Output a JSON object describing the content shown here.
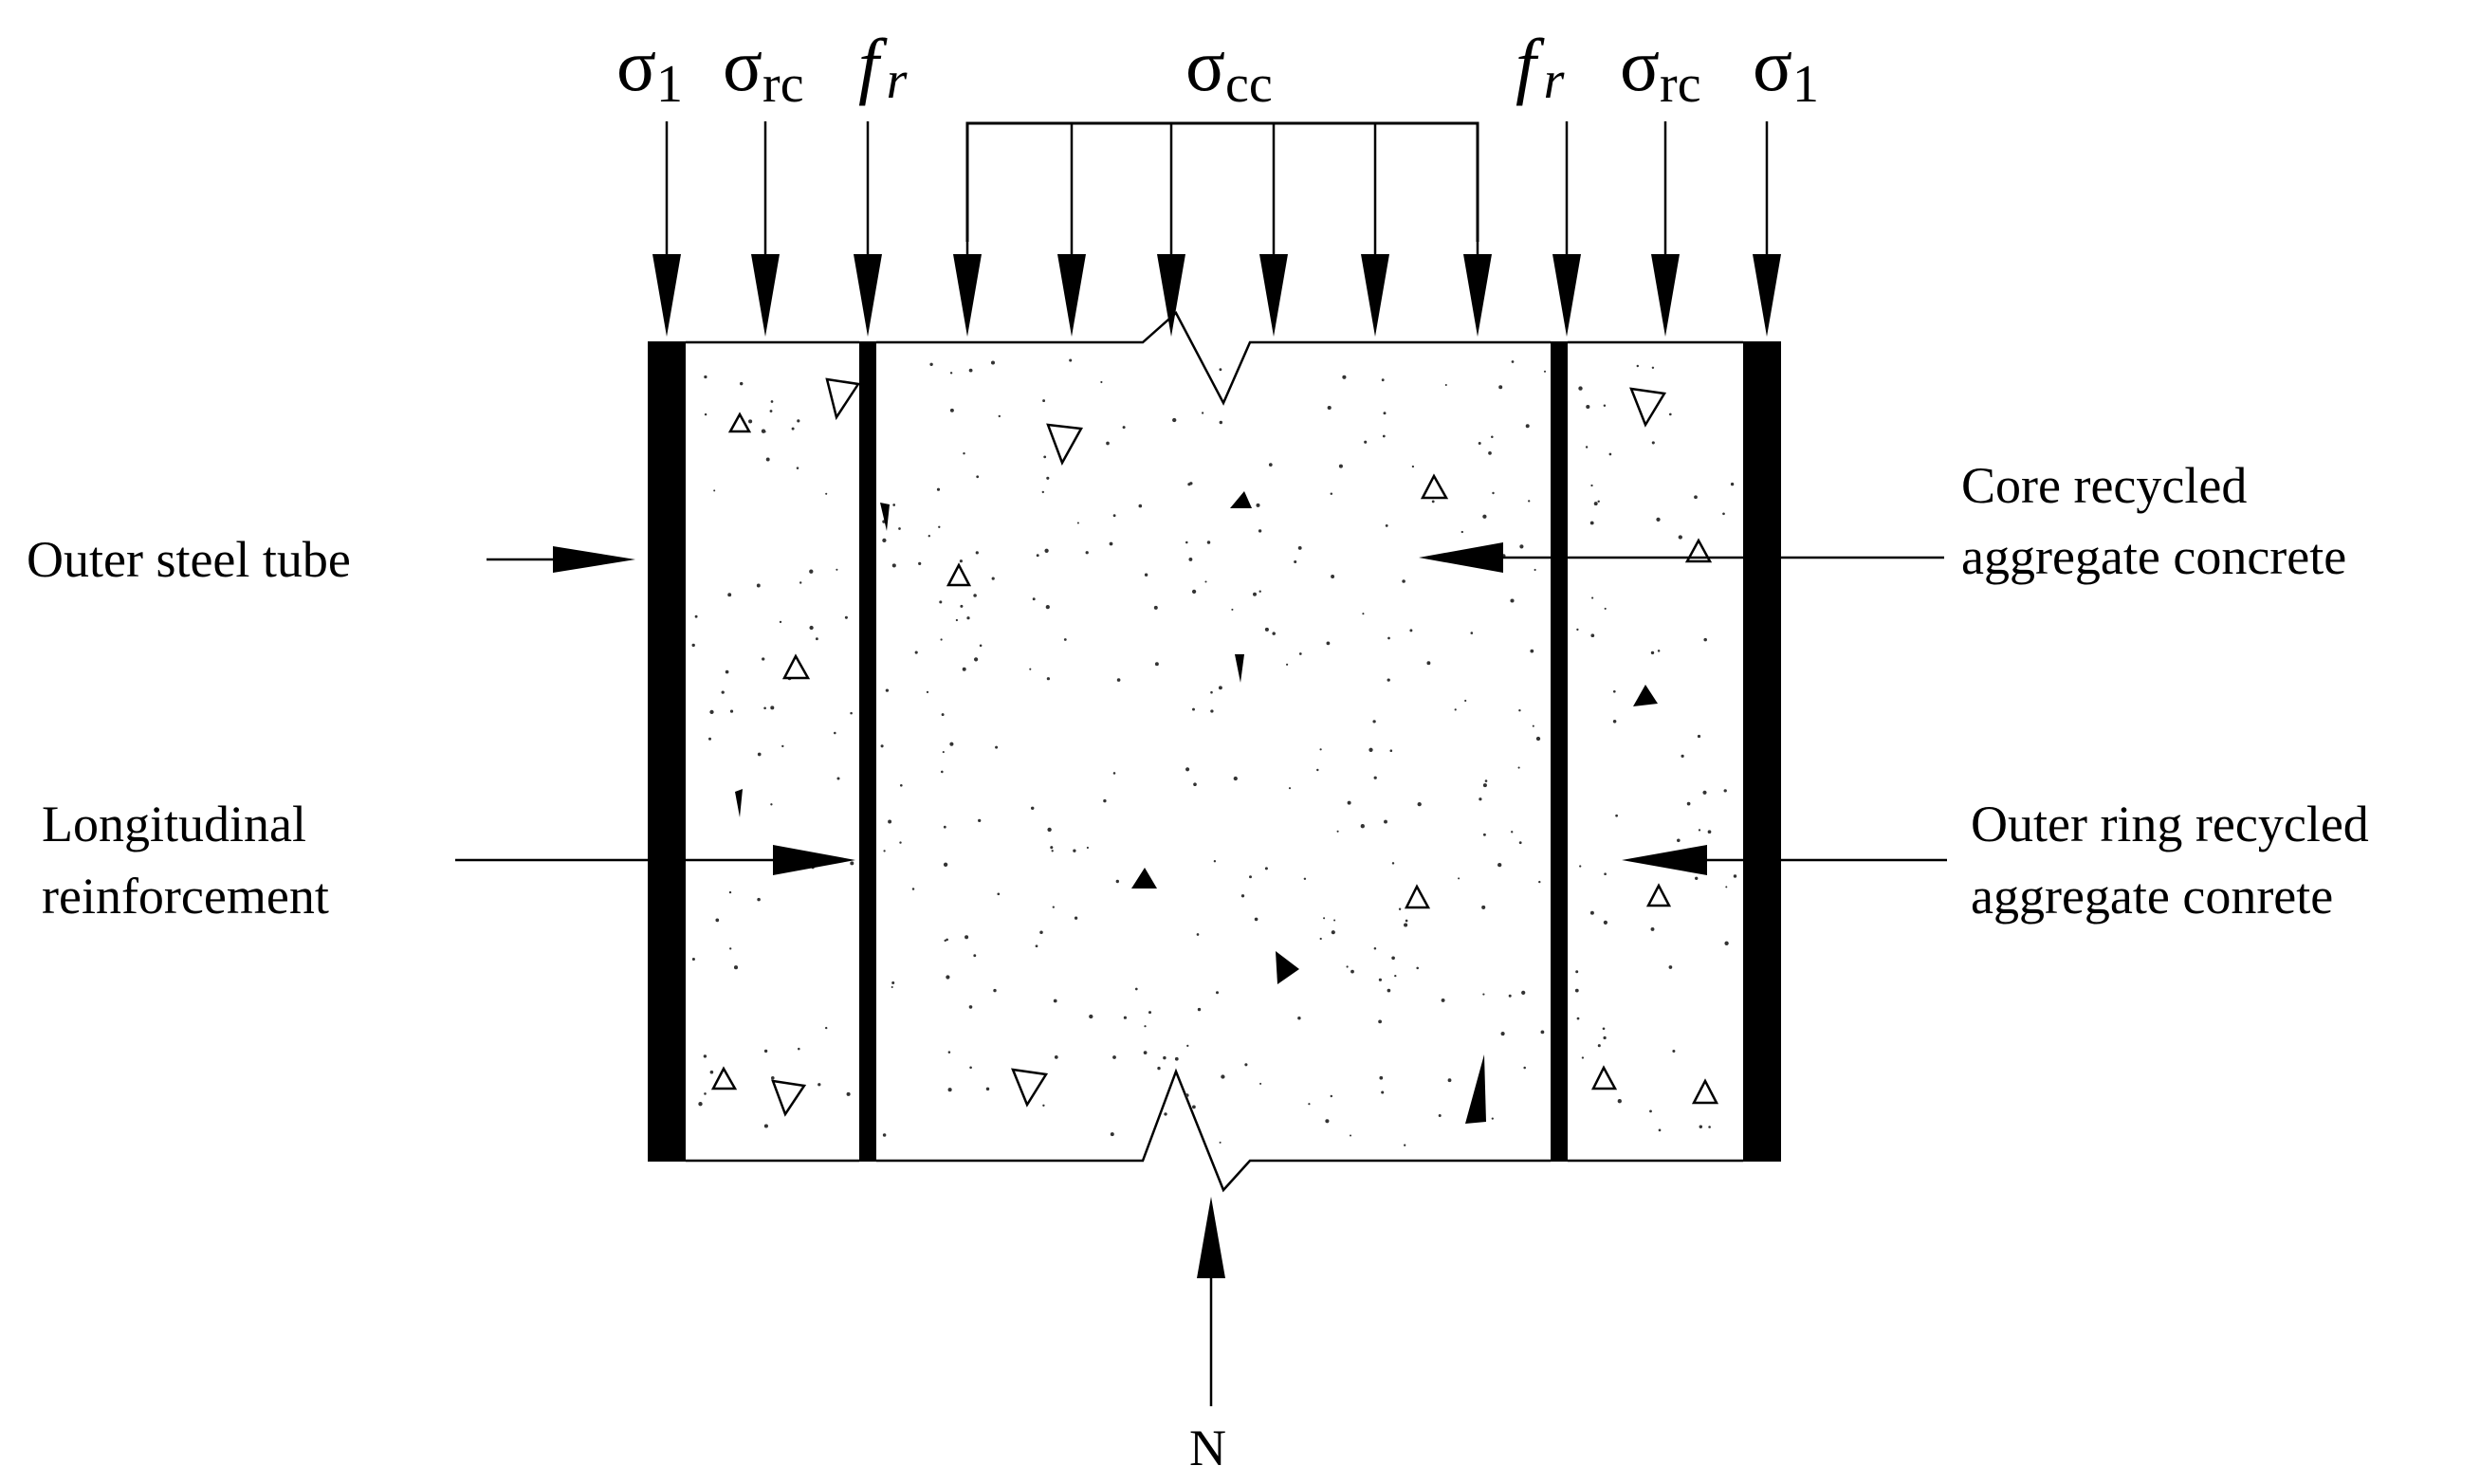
{
  "diagram": {
    "stress_labels": {
      "sigma_1_left": {
        "base": "σ",
        "sub": "1"
      },
      "sigma_rc_left": {
        "base": "σ",
        "sub": "rc"
      },
      "f_r_left": {
        "base": "f",
        "sub": "r"
      },
      "sigma_cc": {
        "base": "σ",
        "sub": "cc"
      },
      "f_r_right": {
        "base": "f",
        "sub": "r"
      },
      "sigma_rc_right": {
        "base": "σ",
        "sub": "rc"
      },
      "sigma_1_right": {
        "base": "σ",
        "sub": "1"
      }
    },
    "callouts": {
      "outer_steel_tube": [
        "Outer steel tube"
      ],
      "longitudinal_reinforcement": [
        "Longitudinal",
        "reinforcement"
      ],
      "core_concrete": [
        "Core recycled",
        "aggregate concrete"
      ],
      "outer_ring_concrete": [
        "Outer ring recycled",
        "aggregate conrete"
      ]
    },
    "axial_load": "N"
  }
}
